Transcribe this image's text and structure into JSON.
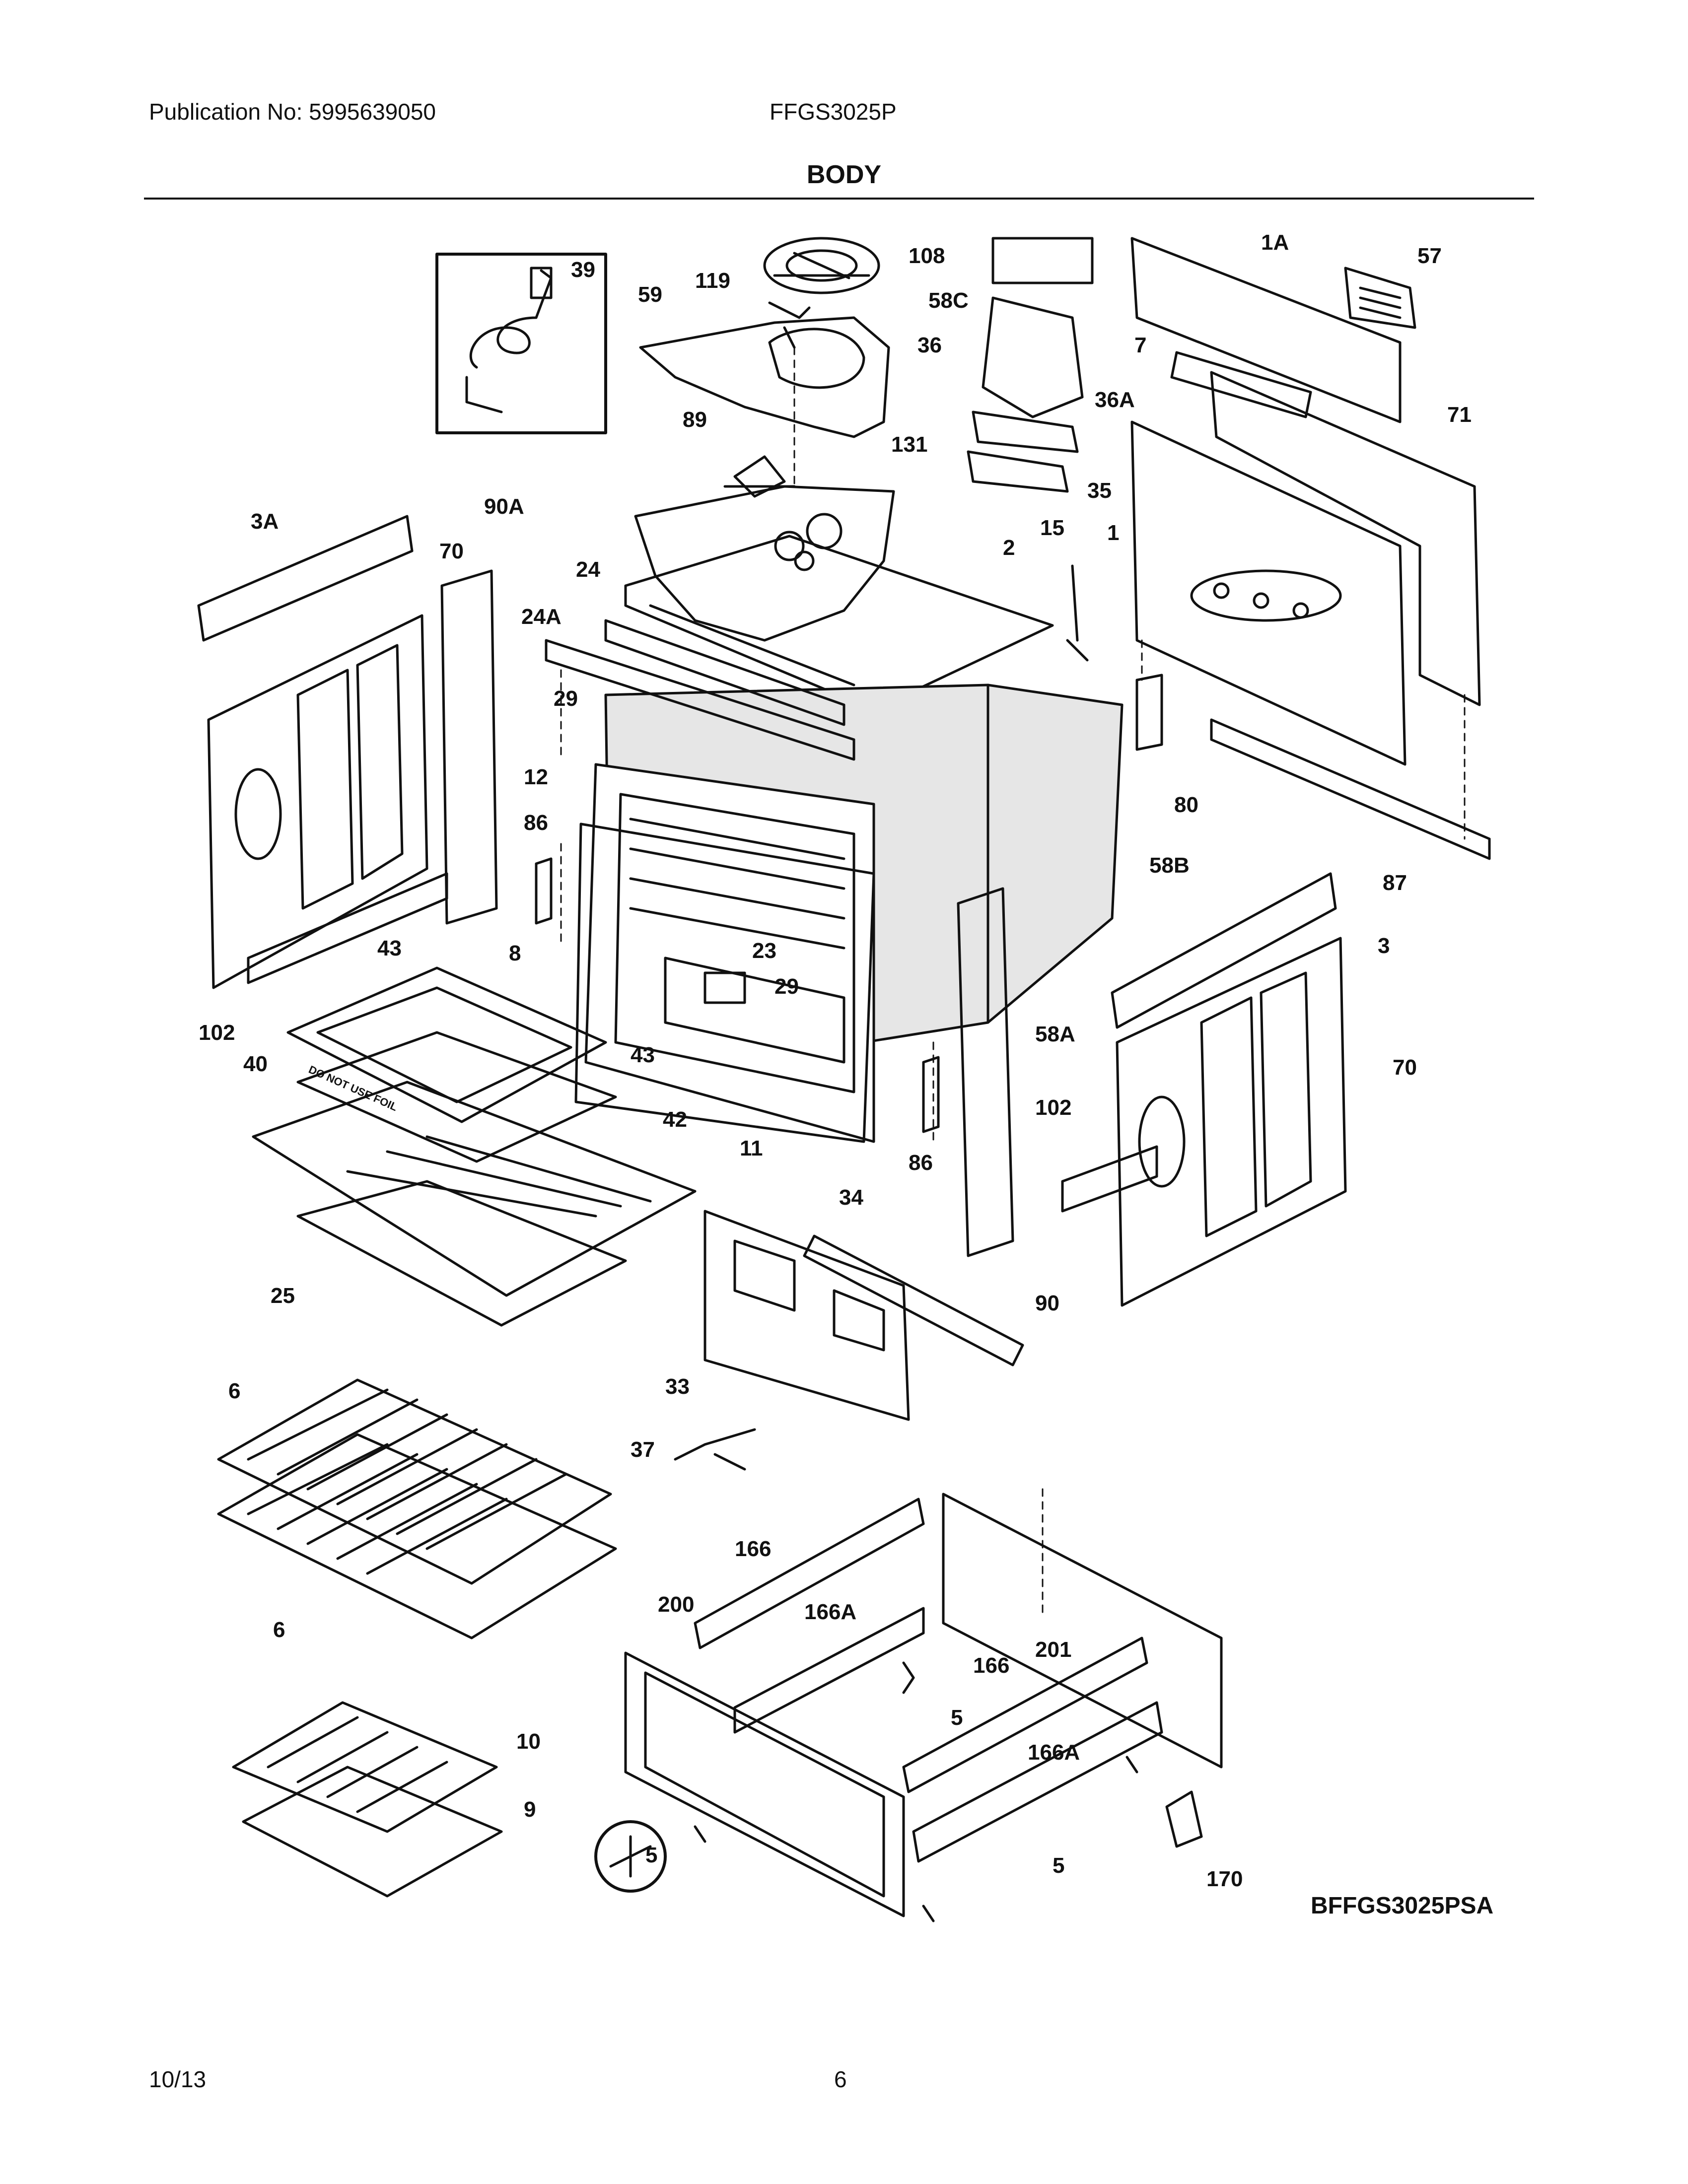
{
  "header": {
    "publication": "Publication No: 5995639050",
    "model": "FFGS3025P",
    "title": "BODY"
  },
  "diagram": {
    "code": "BFFGS3025PSA",
    "stamp": "DO NOT USE FOIL",
    "callouts": [
      "39",
      "108",
      "119",
      "59",
      "58C",
      "1A",
      "57",
      "36",
      "7",
      "36A",
      "89",
      "131",
      "71",
      "35",
      "3A",
      "90A",
      "70",
      "24",
      "24A",
      "2",
      "15",
      "1",
      "29",
      "12",
      "80",
      "86",
      "58B",
      "87",
      "43",
      "8",
      "3",
      "102",
      "23",
      "29",
      "43",
      "40",
      "42",
      "58A",
      "70",
      "11",
      "86",
      "102",
      "34",
      "25",
      "90",
      "33",
      "6",
      "37",
      "166",
      "200",
      "166A",
      "201",
      "6",
      "166",
      "5",
      "166A",
      "10",
      "9",
      "5",
      "5",
      "170"
    ]
  },
  "footer": {
    "date": "10/13",
    "page": "6"
  }
}
